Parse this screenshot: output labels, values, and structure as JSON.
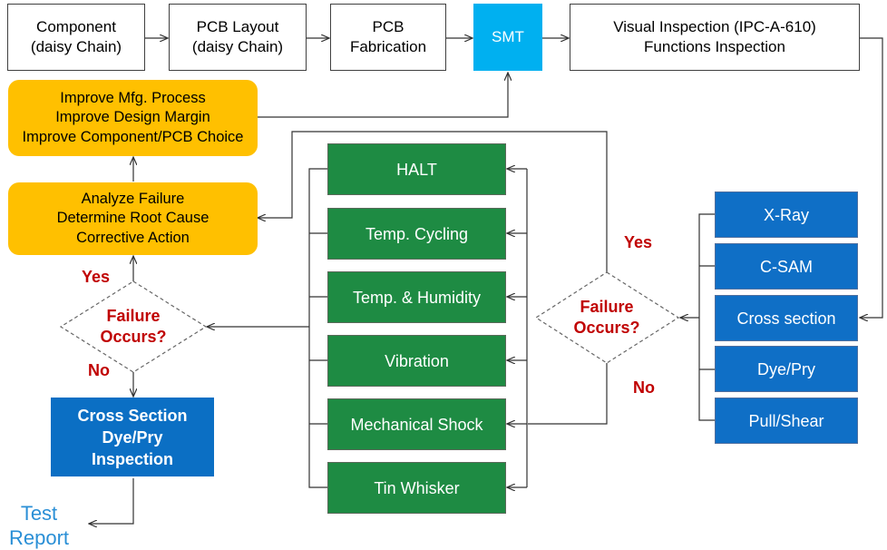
{
  "process": {
    "component": "Component\n(daisy Chain)",
    "pcb_layout": "PCB Layout\n(daisy Chain)",
    "pcb_fabrication": "PCB\nFabrication",
    "smt": "SMT",
    "visual_inspection": "Visual Inspection (IPC-A-610)\nFunctions Inspection"
  },
  "improve": "Improve Mfg. Process\nImprove Design Margin\nImprove Component/PCB Choice",
  "analyze": "Analyze Failure\nDetermine Root Cause\nCorrective Action",
  "reliability_tests": [
    "HALT",
    "Temp. Cycling",
    "Temp. & Humidity",
    "Vibration",
    "Mechanical  Shock",
    "Tin Whisker"
  ],
  "inspection_methods": [
    "X-Ray",
    "C-SAM",
    "Cross section",
    "Dye/Pry",
    "Pull/Shear"
  ],
  "decision_left": {
    "text": "Failure\nOccurs?",
    "yes": "Yes",
    "no": "No"
  },
  "decision_right": {
    "text": "Failure\nOccurs?",
    "yes": "Yes",
    "no": "No"
  },
  "final_inspection": "Cross Section\nDye/Pry\nInspection",
  "report": "Test\nReport",
  "colors": {
    "smt": "#00b0f0",
    "feedback": "#ffc000",
    "tests": "#1e8b43",
    "inspection": "#0f6fc6",
    "decision_text": "#c00000",
    "report_text": "#2a8fd6"
  }
}
